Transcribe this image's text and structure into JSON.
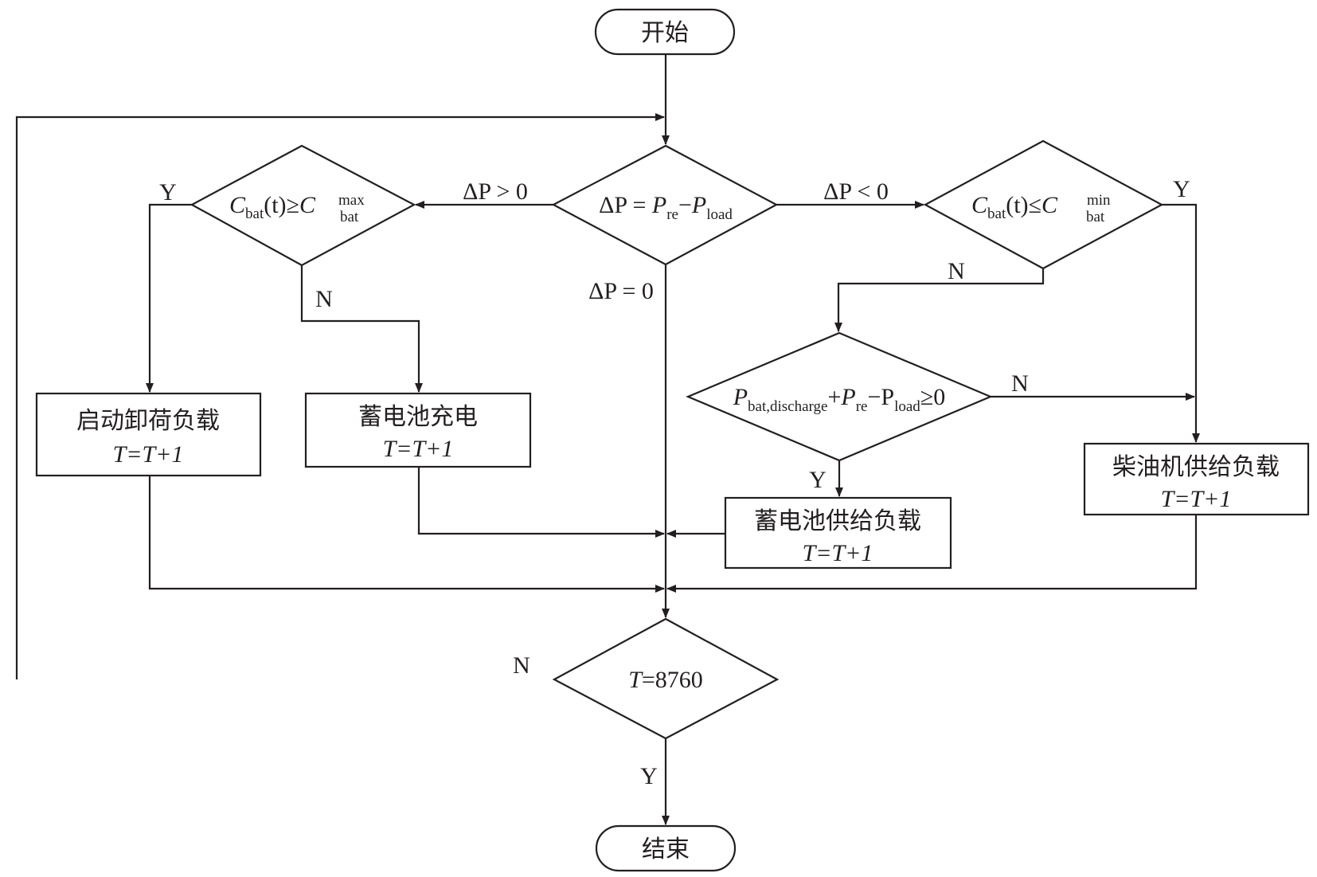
{
  "nodes": {
    "start": {
      "label": "开始"
    },
    "end": {
      "label": "结束"
    },
    "delta_p": {
      "lhs": "ΔP",
      "eq": " = ",
      "p1": "P",
      "p1_sub": "re",
      "minus": "−",
      "p2": "P",
      "p2_sub": "load"
    },
    "cmax": {
      "c": "C",
      "c_sub": "bat",
      "t": "(t)",
      "op": "≥",
      "c2": "C",
      "sup": "max",
      "sub": "bat"
    },
    "cmin": {
      "c": "C",
      "c_sub": "bat",
      "t": "(t)",
      "op": "≤",
      "c2": "C",
      "sup": "min",
      "sub": "bat"
    },
    "discharge": {
      "p1": "P",
      "p1_sub": "bat,discharge",
      "plus": "+",
      "p2": "P",
      "p2_sub": "re",
      "minus": "−",
      "p3": "P",
      "p3_sub": "load",
      "rhs": "≥0"
    },
    "unload": {
      "label": "启动卸荷负载",
      "step": "T=T+1"
    },
    "charge": {
      "label": "蓄电池充电",
      "step": "T=T+1"
    },
    "battery_supply": {
      "label": "蓄电池供给负载",
      "step": "T=T+1"
    },
    "diesel_supply": {
      "label": "柴油机供给负载",
      "step": "T=T+1"
    },
    "t_check": {
      "t": "T",
      "rest": "=8760"
    }
  },
  "edges": {
    "dp_pos": "ΔP > 0",
    "dp_neg": "ΔP < 0",
    "dp_zero": "ΔP = 0",
    "cmax_yes": "Y",
    "cmax_no": "N",
    "cmin_yes": "Y",
    "cmin_no": "N",
    "dis_yes": "Y",
    "dis_no": "N",
    "t_yes": "Y",
    "t_no": "N"
  }
}
